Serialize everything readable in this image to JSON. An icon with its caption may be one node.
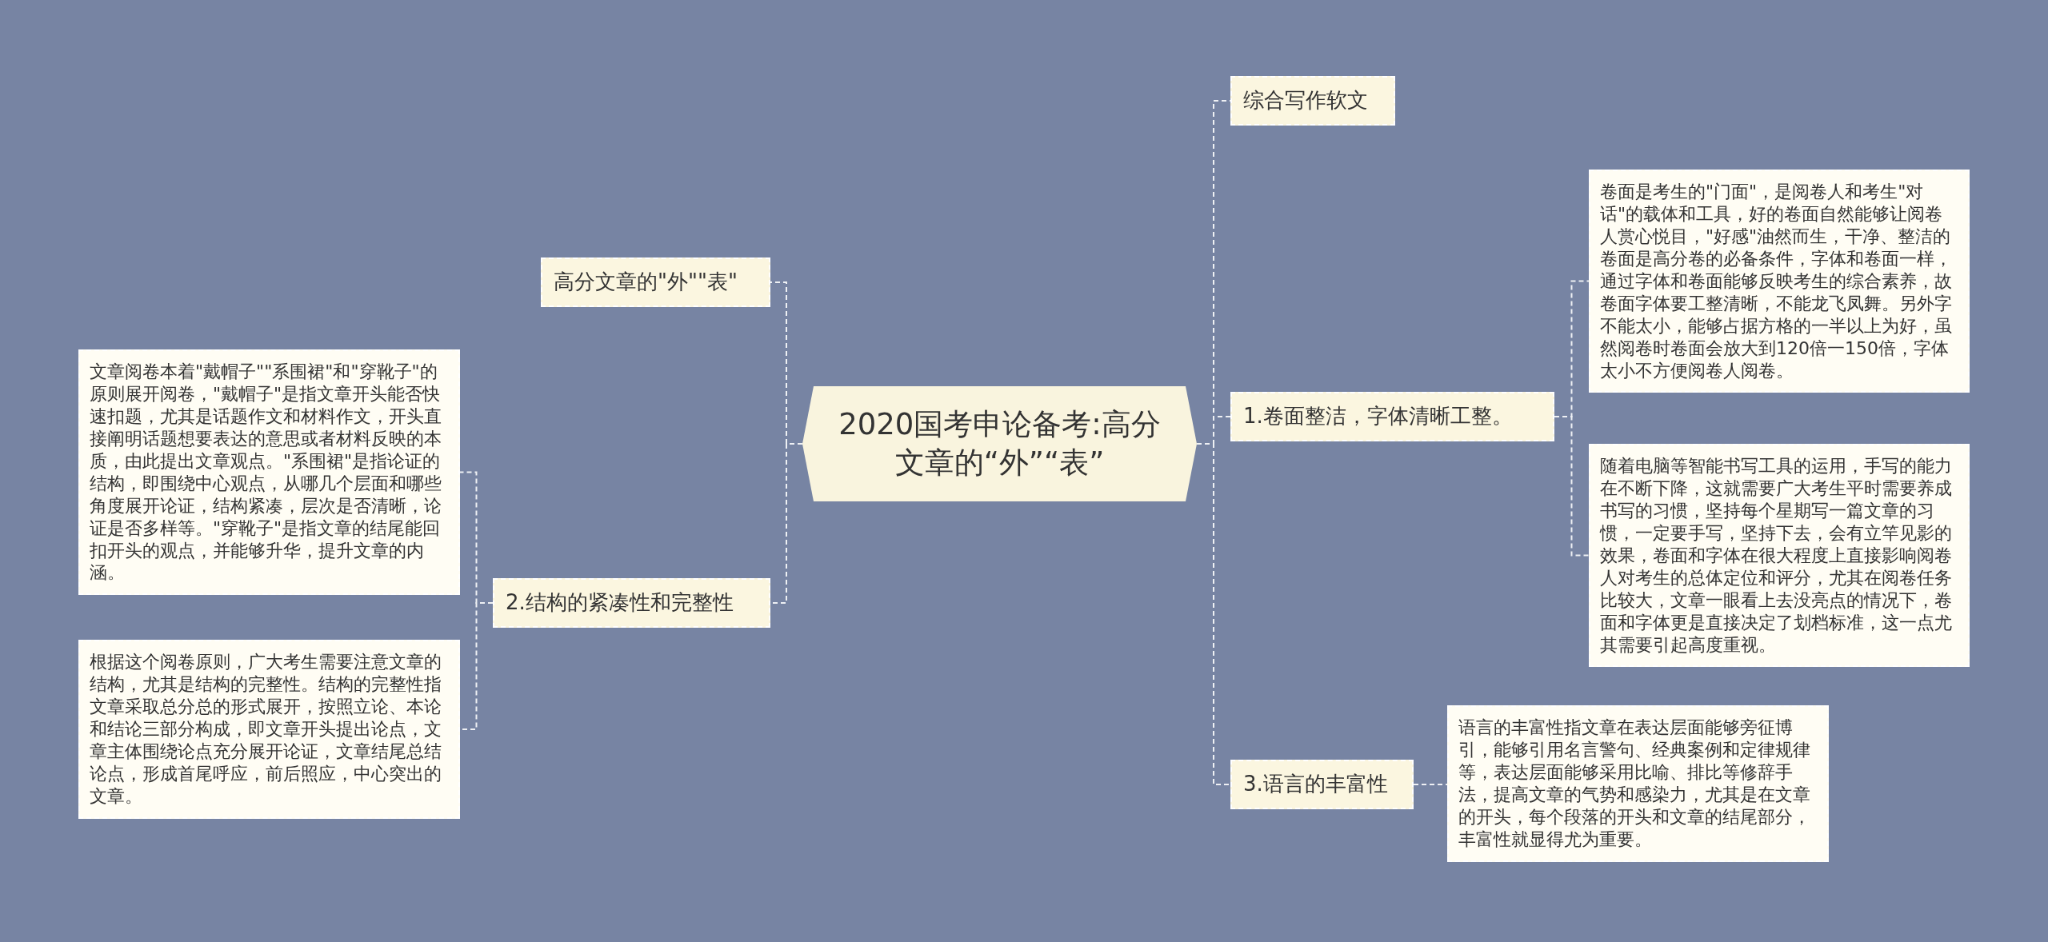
{
  "diagram": {
    "nodes": [
      {
        "text": [
          "2020国考申论备考:高分文章的“外”“表”"
        ]
      },
      {
        "text": [
          "高分文章的\"外\"\"表\""
        ]
      },
      {
        "text": [
          "2.结构的紧凑性和完整性"
        ]
      },
      {
        "text": [
          "文章阅卷本着\"戴帽子\"\"系围裙\"和\"穿靴子\"的原则展开阅卷，\"戴帽子\"是指文章开头能否快速扣题，尤其是话题作文和材料作文，开头直接阐明话题想要表达的意思或者材料反映的本质，由此提出文章观点。\"系围裙\"是指论证的结构，即围绕中心观点，从哪几个层面和哪些角度展开论证，结构紧凑，层次是否清晰，论证是否多样等。\"穿靴子\"是指文章的结尾能回扣开头的观点，并能够升华，提升文章的内涵。"
        ]
      },
      {
        "text": [
          "根据这个阅卷原则，广大考生需要注意文章的结构，尤其是结构的完整性。结构的完整性指文章采取总分总的形式展开，按照立论、本论和结论三部分构成，即文章开头提出论点，文章主体围绕论点充分展开论证，文章结尾总结论点，形成首尾呼应，前后照应，中心突出的文章。"
        ]
      },
      {
        "text": [
          "综合写作软文"
        ]
      },
      {
        "text": [
          "1.卷面整洁，字体清晰工整。"
        ]
      },
      {
        "text": [
          "卷面是考生的\"门面\"，是阅卷人和考生\"对话\"的载体和工具，好的卷面自然能够让阅卷人赏心悦目，\"好感\"油然而生，干净、整洁的卷面是高分卷的必备条件，字体和卷面一样，通过字体和卷面能够反映考生的综合素养，故卷面字体要工整清晰，不能龙飞凤舞。另外字不能太小，能够占据方格的一半以上为好，虽然阅卷时卷面会放大到120倍一150倍，字体太小不方便阅卷人阅卷。"
        ]
      },
      {
        "text": [
          "随着电脑等智能书写工具的运用，手写的能力在不断下降，这就需要广大考生平时需要养成书写的习惯，坚持每个星期写一篇文章的习惯，一定要手写，坚持下去，会有立竿见影的效果，卷面和字体在很大程度上直接影响阅卷人对考生的总体定位和评分，尤其在阅卷任务比较大，文章一眼看上去没亮点的情况下，卷面和字体更是直接决定了划档标准，这一点尤其需要引起高度重视。"
        ]
      },
      {
        "text": [
          "3.语言的丰富性"
        ]
      },
      {
        "text": [
          "语言的丰富性指文章在表达层面能够旁征博引，能够引用名言警句、经典案例和定律规律等，表达层面能够采用比喻、排比等修辞手法，提高文章的气势和感染力，尤其是在文章的开头，每个段落的开头和文章的结尾部分，丰富性就显得尤为重要。"
        ]
      }
    ],
    "edges": [
      {
        "from": 0,
        "to": 1,
        "arrow": "none"
      },
      {
        "from": 0,
        "to": 2,
        "arrow": "none"
      },
      {
        "from": 2,
        "to": 3,
        "arrow": "none"
      },
      {
        "from": 2,
        "to": 4,
        "arrow": "none"
      },
      {
        "from": 0,
        "to": 5,
        "arrow": "none"
      },
      {
        "from": 0,
        "to": 6,
        "arrow": "none"
      },
      {
        "from": 6,
        "to": 7,
        "arrow": "none"
      },
      {
        "from": 6,
        "to": 8,
        "arrow": "none"
      },
      {
        "from": 0,
        "to": 9,
        "arrow": "none"
      },
      {
        "from": 9,
        "to": 10,
        "arrow": "none"
      }
    ]
  }
}
